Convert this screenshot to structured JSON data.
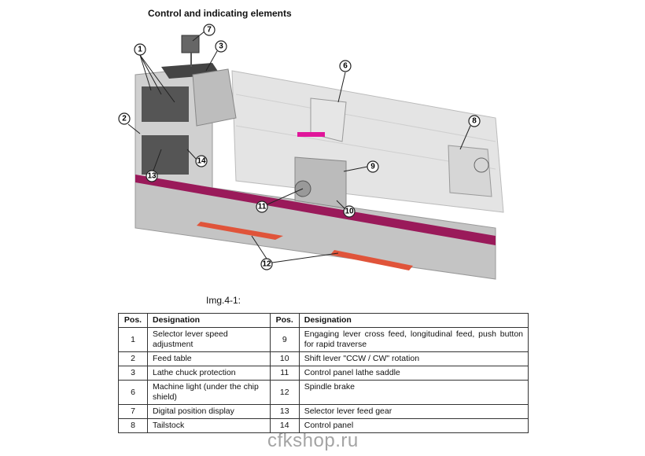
{
  "title": "Control and indicating elements",
  "caption": "Img.4-1:",
  "callouts": {
    "c1": "1",
    "c2": "2",
    "c3": "3",
    "c6": "6",
    "c7": "7",
    "c8": "8",
    "c9": "9",
    "c10": "10",
    "c11": "11",
    "c12": "12",
    "c13": "13",
    "c14": "14"
  },
  "table": {
    "headers": [
      "Pos.",
      "Designation",
      "Pos.",
      "Designation"
    ],
    "rows": [
      {
        "pos_a": "1",
        "des_a": "Selector lever speed adjustment",
        "pos_b": "9",
        "des_b": "Engaging lever cross feed, longitudinal feed, push button for rapid traverse"
      },
      {
        "pos_a": "2",
        "des_a": "Feed table",
        "pos_b": "10",
        "des_b": "Shift lever \"CCW / CW\" rotation"
      },
      {
        "pos_a": "3",
        "des_a": "Lathe chuck protection",
        "pos_b": "11",
        "des_b": "Control panel lathe saddle"
      },
      {
        "pos_a": "6",
        "des_a": "Machine light (under the chip shield)",
        "pos_b": "12",
        "des_b": "Spindle brake"
      },
      {
        "pos_a": "7",
        "des_a": "Digital position display",
        "pos_b": "13",
        "des_b": "Selector lever feed gear"
      },
      {
        "pos_a": "8",
        "des_a": "Tailstock",
        "pos_b": "14",
        "des_b": "Control panel"
      }
    ]
  },
  "watermark": "cfkshop.ru",
  "colors": {
    "stripe": "#9a1a5a",
    "brake": "#e0543a",
    "body": "#c8c8c8"
  }
}
